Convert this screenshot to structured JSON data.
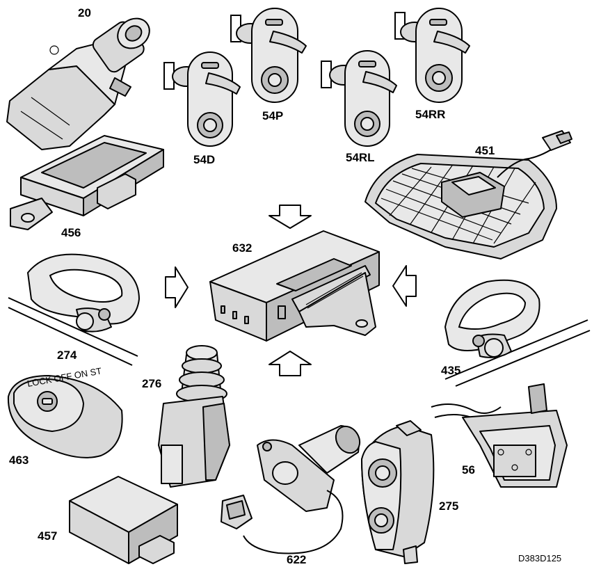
{
  "labels": {
    "p20": "20",
    "p54D": "54D",
    "p54P": "54P",
    "p54RL": "54RL",
    "p54RR": "54RR",
    "p451": "451",
    "p456": "456",
    "p632": "632",
    "p274": "274",
    "p435": "435",
    "p276": "276",
    "p463": "463",
    "p56": "56",
    "p275": "275",
    "p622": "622",
    "p457": "457"
  },
  "reference_code": "D383D125",
  "key_ring_text": "LOCK  OFF ON ST"
}
